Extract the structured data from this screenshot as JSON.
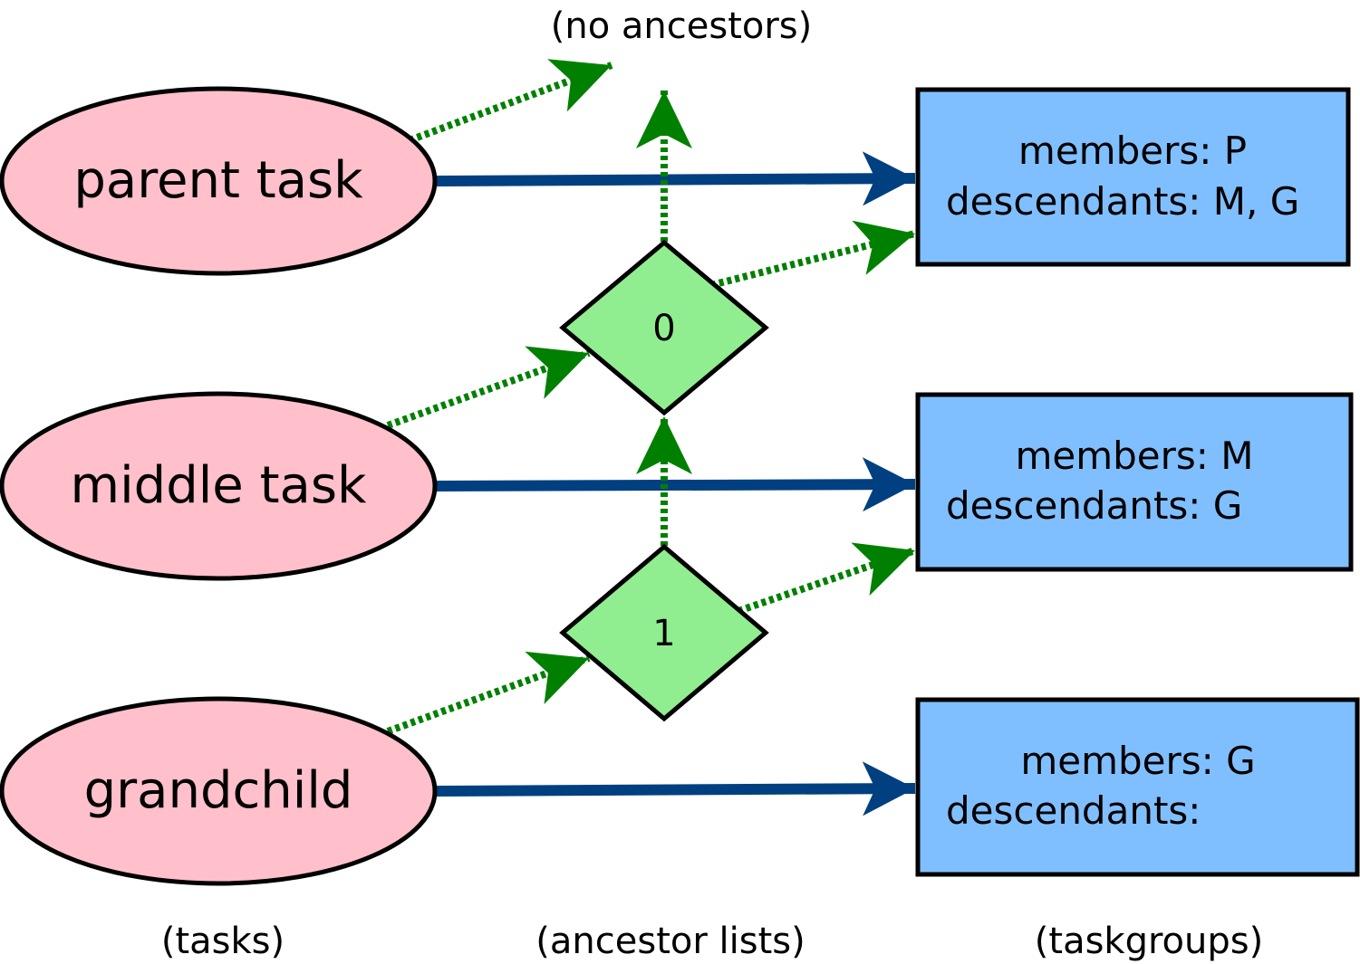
{
  "top_note": "(no ancestors)",
  "tasks": [
    {
      "label": "parent task"
    },
    {
      "label": "middle task"
    },
    {
      "label": "grandchild"
    }
  ],
  "ancestor_lists": [
    {
      "label": "0"
    },
    {
      "label": "1"
    }
  ],
  "taskgroups": [
    {
      "members": "members: P",
      "descendants": "descendants: M, G"
    },
    {
      "members": "members: M",
      "descendants": "descendants: G"
    },
    {
      "members": "members: G",
      "descendants": "descendants:"
    }
  ],
  "column_labels": {
    "tasks": "(tasks)",
    "ancestor_lists": "(ancestor lists)",
    "taskgroups": "(taskgroups)"
  },
  "colors": {
    "task_fill": "#ffc0cb",
    "ancestor_fill": "#90ee90",
    "taskgroup_fill": "#80bfff",
    "solid_arrow": "#004080",
    "dotted_arrow": "#008000",
    "outline": "#000000"
  }
}
